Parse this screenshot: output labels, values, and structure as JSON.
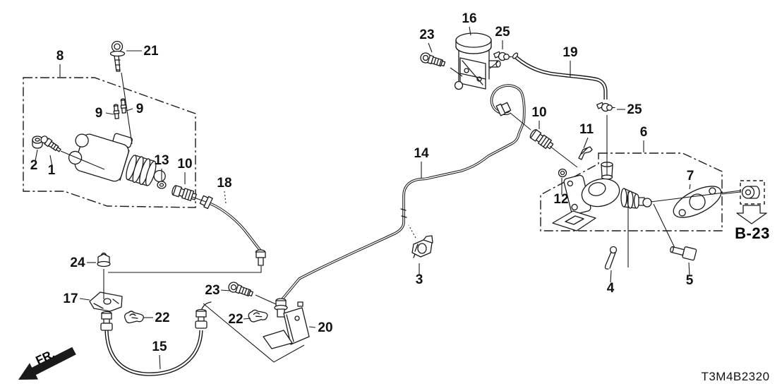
{
  "drawing": {
    "code": "T3M4B2320",
    "page_ref": {
      "label": "B-23"
    },
    "direction": {
      "label": "FR."
    },
    "line_color": "#1a1a1a",
    "background": "#ffffff"
  },
  "callouts": [
    {
      "part": "8"
    },
    {
      "part": "21"
    },
    {
      "part": "9"
    },
    {
      "part": "9"
    },
    {
      "part": "2"
    },
    {
      "part": "1"
    },
    {
      "part": "13"
    },
    {
      "part": "10"
    },
    {
      "part": "18"
    },
    {
      "part": "24"
    },
    {
      "part": "17"
    },
    {
      "part": "22"
    },
    {
      "part": "15"
    },
    {
      "part": "23"
    },
    {
      "part": "22"
    },
    {
      "part": "20"
    },
    {
      "part": "3"
    },
    {
      "part": "14"
    },
    {
      "part": "16"
    },
    {
      "part": "23"
    },
    {
      "part": "25"
    },
    {
      "part": "19"
    },
    {
      "part": "25"
    },
    {
      "part": "10"
    },
    {
      "part": "11"
    },
    {
      "part": "6"
    },
    {
      "part": "12"
    },
    {
      "part": "7"
    },
    {
      "part": "4"
    },
    {
      "part": "5"
    }
  ]
}
